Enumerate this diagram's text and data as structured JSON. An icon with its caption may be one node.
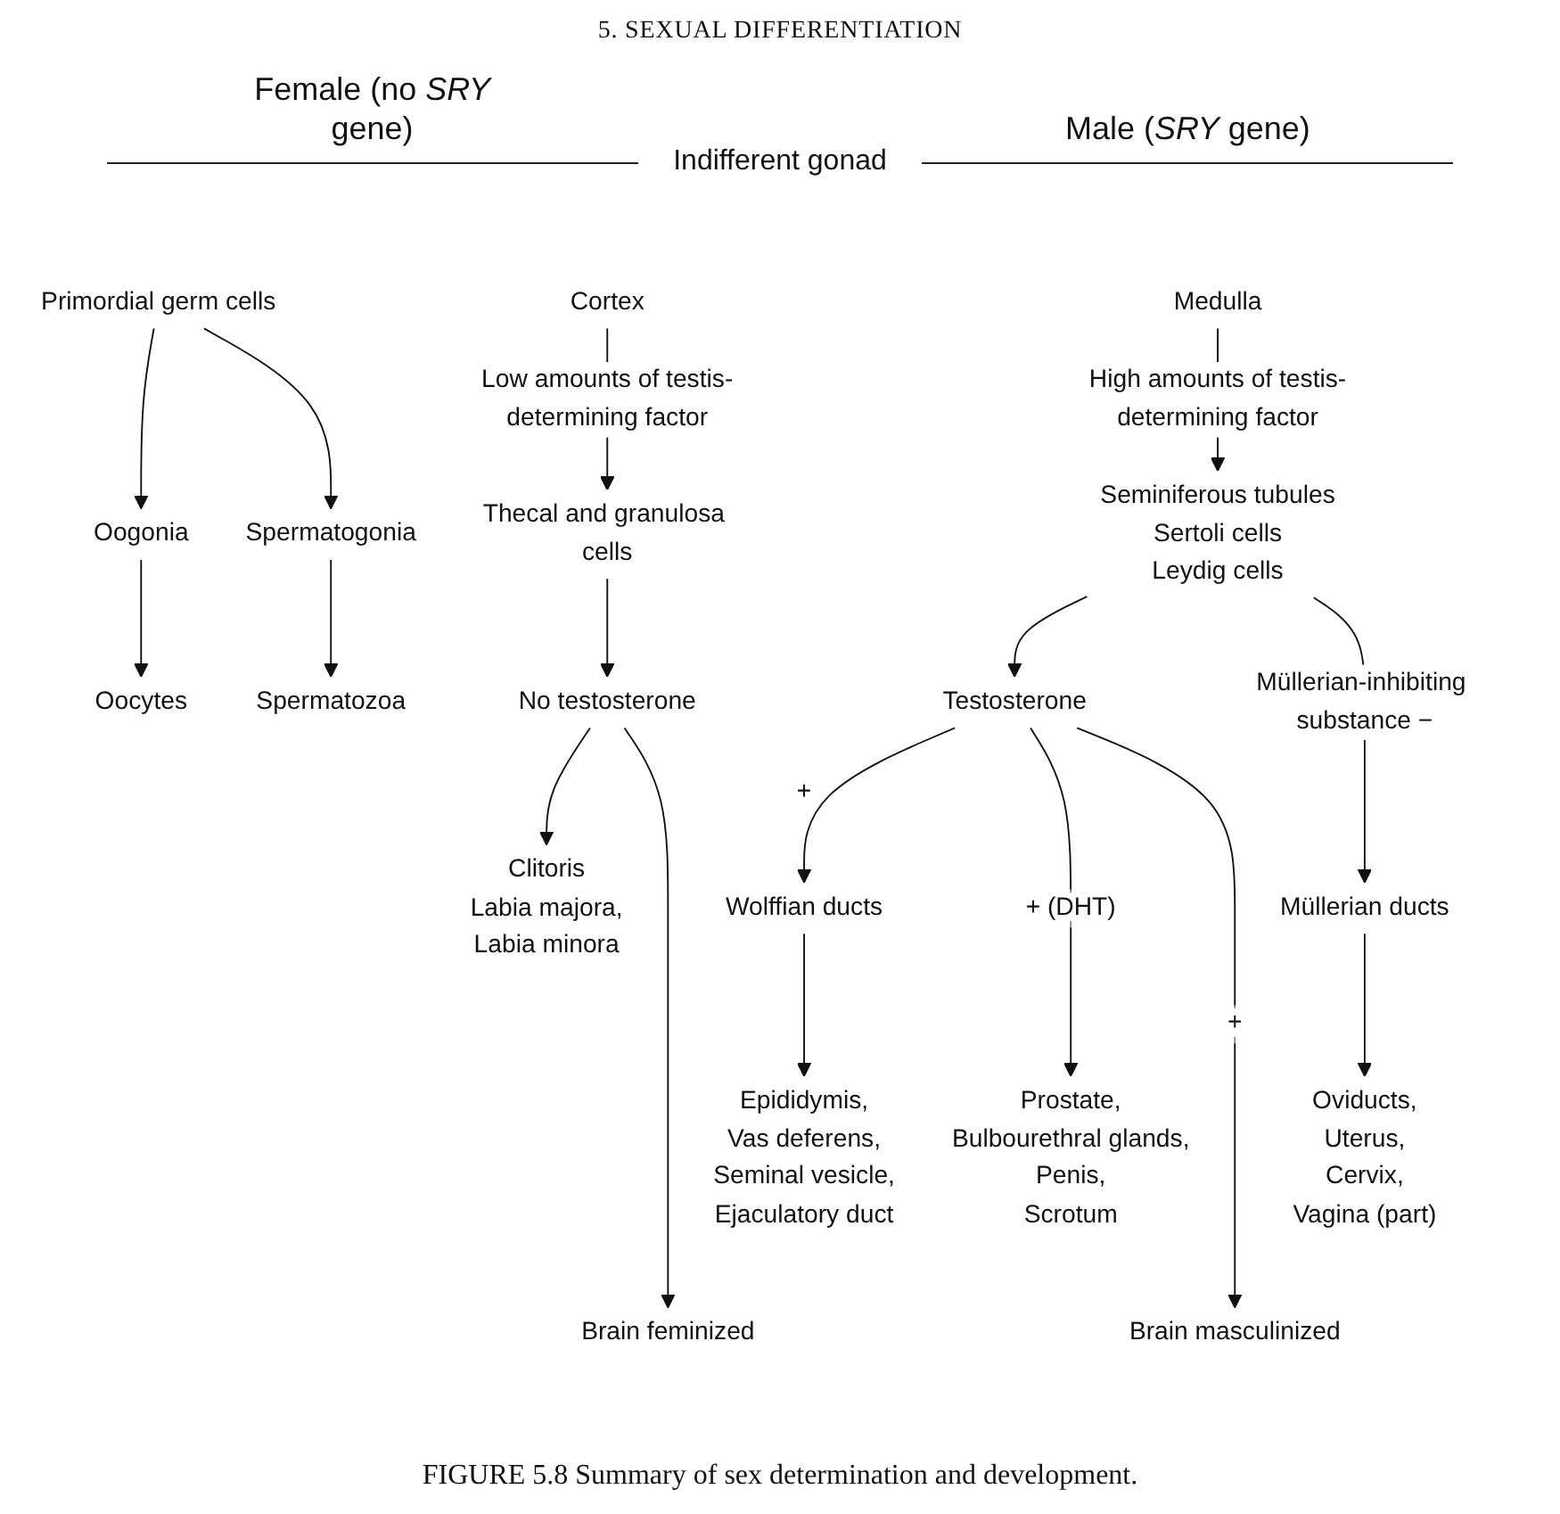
{
  "diagram": {
    "caption": "FIGURE 5.8 Summary of sex determination and development.",
    "nodes": [
      {
        "text": [
          "Cortex"
        ]
      },
      {
        "text": [
          "Medulla"
        ]
      },
      {
        "text": [
          "Primordial germ cells"
        ]
      },
      {
        "text": [
          "Thecal and granulosa cells"
        ]
      },
      {
        "text": [
          "Oogonia"
        ]
      },
      {
        "text": [
          "Spermatogonia"
        ]
      },
      {
        "text": [
          "Seminiferous tubules",
          "Sertoli cells",
          "Leydig cells"
        ]
      },
      {
        "text": [
          "Oocytes"
        ]
      },
      {
        "text": [
          "Spermatozoa"
        ]
      },
      {
        "text": [
          "No testosterone"
        ]
      },
      {
        "text": [
          "Testosterone"
        ]
      },
      {
        "text": [
          "Clitoris",
          "Labia majora,",
          "Labia minora"
        ]
      },
      {
        "text": [
          "Müllerian ducts"
        ]
      },
      {
        "text": [
          "Wolffian ducts"
        ]
      },
      {
        "text": [
          "Oviducts,",
          "Uterus,",
          "Cervix,",
          "Vagina (part)"
        ]
      },
      {
        "text": [
          "Epididymis,",
          "Vas deferens,",
          "Seminal vesicle,",
          "Ejaculatory duct"
        ]
      },
      {
        "text": [
          "Prostate,",
          "Bulbourethral glands,",
          "Penis,",
          "Scrotum"
        ]
      },
      {
        "text": [
          "Brain feminized"
        ]
      },
      {
        "text": [
          "Brain masculinized"
        ]
      }
    ],
    "edges": [
      {
        "from": 0,
        "to": 3,
        "arrow": "to",
        "label": "Low amounts of testis-determining factor"
      },
      {
        "from": 1,
        "to": 6,
        "arrow": "to",
        "label": "High amounts of testis-determining factor"
      },
      {
        "from": 2,
        "to": 4,
        "arrow": "to"
      },
      {
        "from": 2,
        "to": 5,
        "arrow": "to"
      },
      {
        "from": 3,
        "to": 9,
        "arrow": "to"
      },
      {
        "from": 4,
        "to": 7,
        "arrow": "to"
      },
      {
        "from": 5,
        "to": 8,
        "arrow": "to"
      },
      {
        "from": 6,
        "to": 10,
        "arrow": "to"
      },
      {
        "from": 9,
        "to": 11,
        "arrow": "to"
      },
      {
        "from": 9,
        "to": 17,
        "arrow": "to"
      },
      {
        "from": 6,
        "to": 12,
        "arrow": "to",
        "label": "Müllerian-inhibiting substance −"
      },
      {
        "from": 12,
        "to": 14,
        "arrow": "to"
      },
      {
        "from": 10,
        "to": 13,
        "arrow": "to",
        "label": "+"
      },
      {
        "from": 13,
        "to": 15,
        "arrow": "to"
      },
      {
        "from": 10,
        "to": 16,
        "arrow": "to",
        "label": "+ (DHT)"
      },
      {
        "from": 10,
        "to": 18,
        "arrow": "to",
        "label": "+"
      }
    ],
    "labels": [
      "5. SEXUAL DIFFERENTIATION",
      "Female (no *SRY* gene)",
      "Male (*SRY* gene)",
      "Indifferent gonad"
    ]
  }
}
